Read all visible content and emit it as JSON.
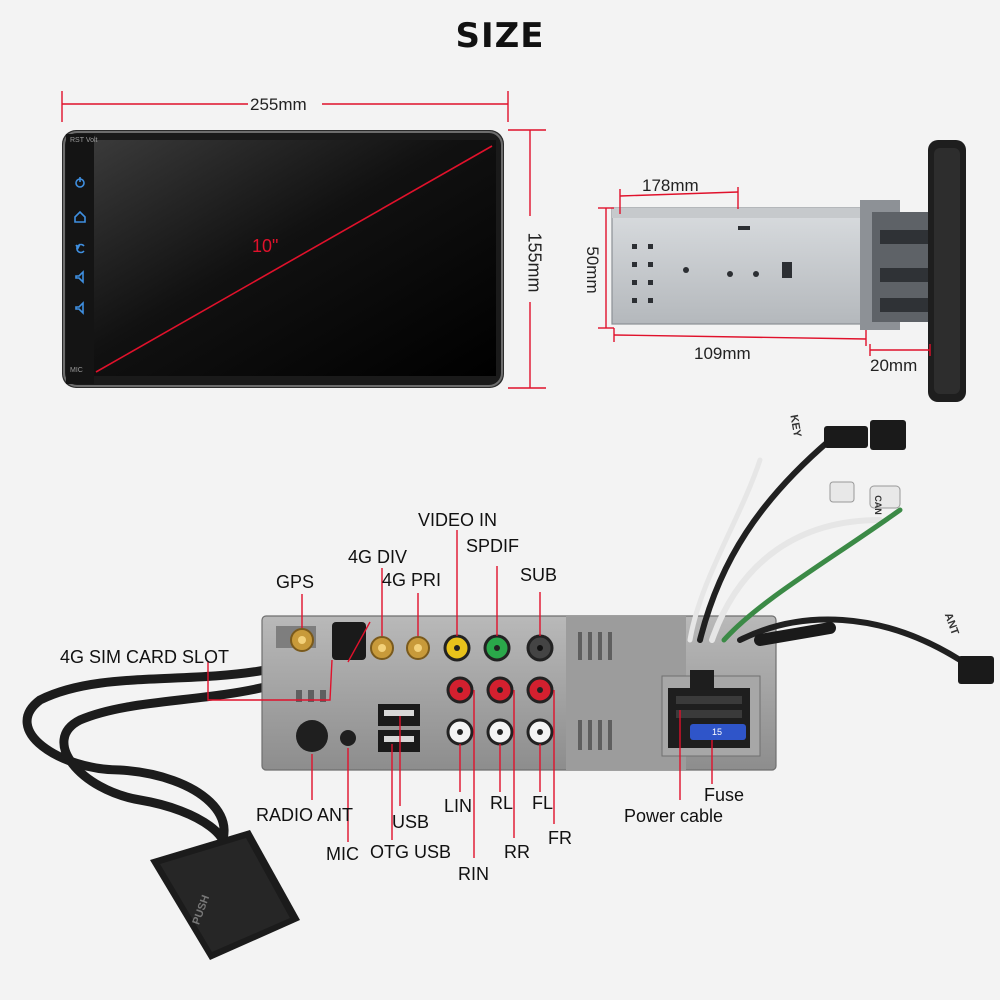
{
  "title": "SIZE",
  "front_view": {
    "width": "255mm",
    "height": "155mm",
    "diagonal": "10\"",
    "bezel_top_left": "RST Volt",
    "bezel_bottom_left": "MIC",
    "side_icons": [
      "power-icon",
      "home-icon",
      "back-icon",
      "volume-up-icon",
      "volume-down-icon"
    ]
  },
  "side_view": {
    "depth_top": "178mm",
    "height": "50mm",
    "depth_bottom": "109mm",
    "screen_thickness": "20mm"
  },
  "rear_panel": {
    "connector_labels": {
      "video_in": "VIDEO IN",
      "spdif": "SPDIF",
      "sub": "SUB",
      "div_4g": "4G DIV",
      "pri_4g": "4G PRI",
      "gps": "GPS",
      "sim_slot": "4G SIM CARD SLOT",
      "radio_ant": "RADIO ANT",
      "mic": "MIC",
      "usb": "USB",
      "otg_usb": "OTG USB",
      "lin": "LIN",
      "rin": "RIN",
      "rl": "RL",
      "rr": "RR",
      "fl": "FL",
      "fr": "FR",
      "fuse": "Fuse",
      "power_cable": "Power cable"
    },
    "fuse_value": "15",
    "cable_tags": [
      "KEY",
      "CAN",
      "ANT"
    ],
    "sim_module_text": "PUSH"
  },
  "colors": {
    "dimension_line": "#e0112b",
    "callout_line": "#e0112b",
    "rca_yellow": "#e8c21b",
    "rca_green": "#2aa84a",
    "rca_red": "#d3202f",
    "rca_white": "#f4f4f4",
    "fuse_blue": "#2f55c9"
  }
}
